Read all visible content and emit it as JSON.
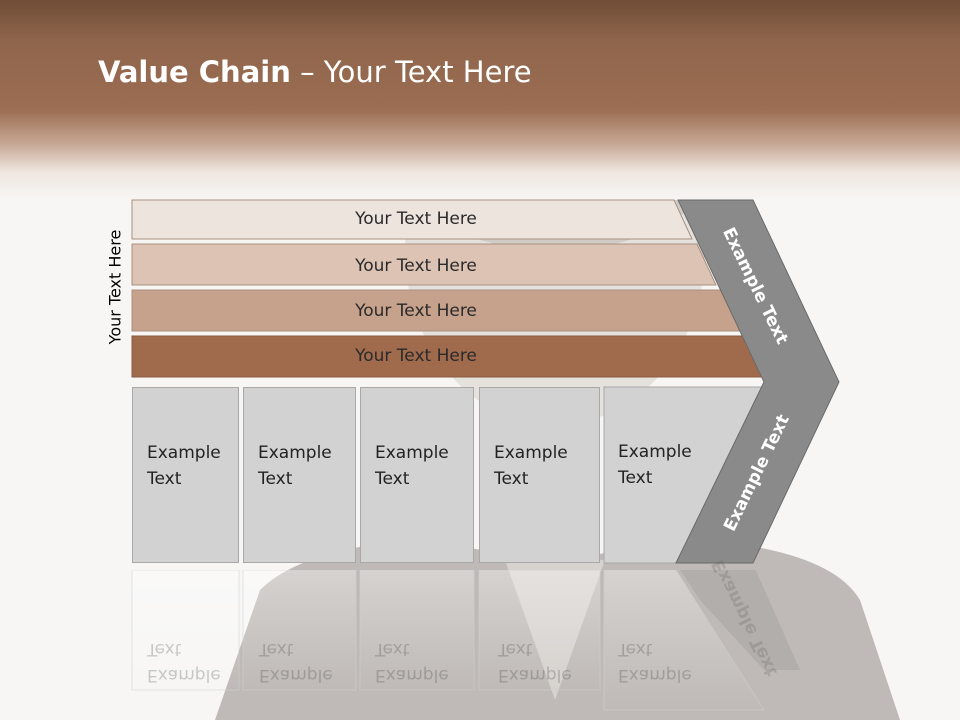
{
  "slide": {
    "title_bold": "Value Chain",
    "title_rest": " – Your Text Here",
    "vertical_label": "Your Text Here"
  },
  "bars": [
    {
      "label": "Your Text Here",
      "color": "#ede4de"
    },
    {
      "label": "Your Text Here",
      "color": "#dcc3b4"
    },
    {
      "label": "Your Text Here",
      "color": "#c6a18b"
    },
    {
      "label": "Your Text Here",
      "color": "#a06a4d"
    }
  ],
  "boxes": [
    {
      "line1": "Example",
      "line2": "Text"
    },
    {
      "line1": "Example",
      "line2": "Text"
    },
    {
      "line1": "Example",
      "line2": "Text"
    },
    {
      "line1": "Example",
      "line2": "Text"
    },
    {
      "line1": "Example",
      "line2": "Text"
    }
  ],
  "chevron": {
    "upper_label": "Example Text",
    "lower_label": "Example Text",
    "color": "#8a8a8a"
  }
}
